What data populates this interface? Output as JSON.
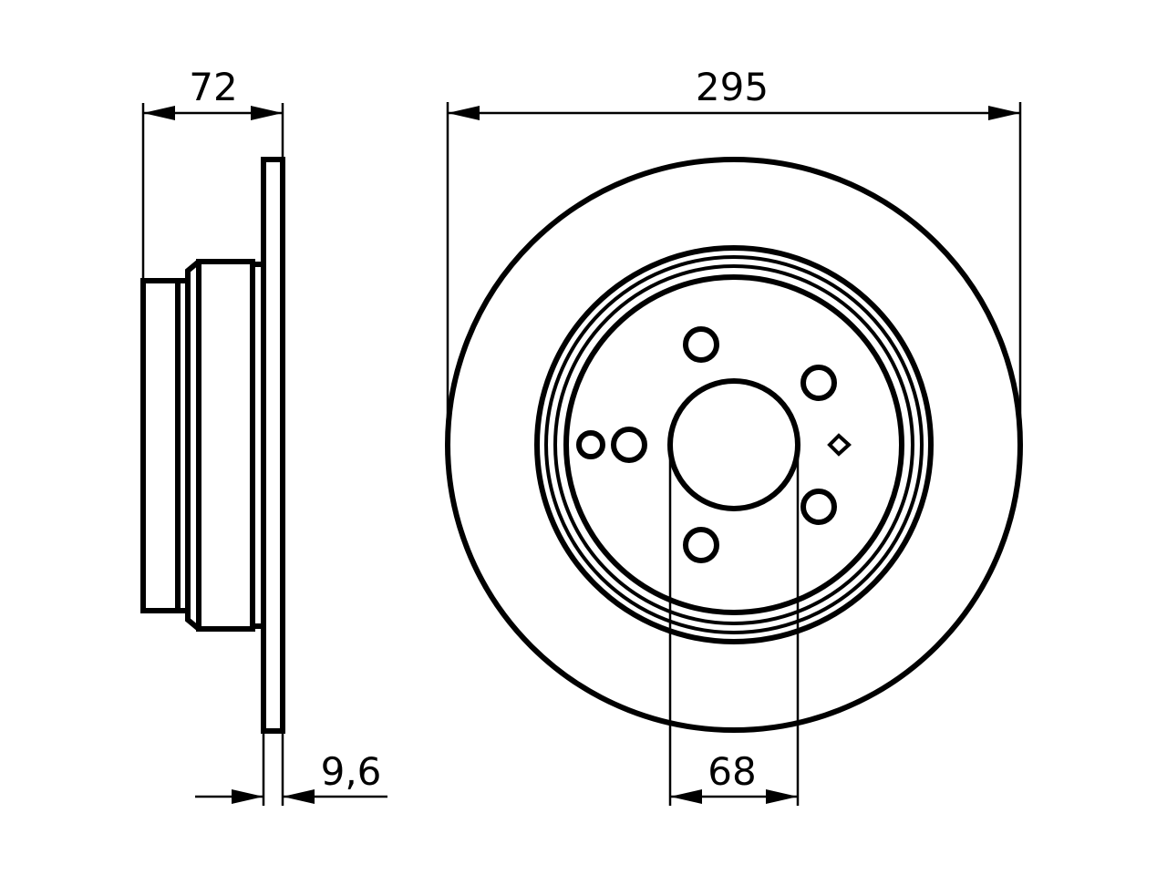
{
  "dimensions": {
    "hub_height": "72",
    "disc_diameter": "295",
    "disc_thickness": "9,6",
    "center_bore": "68"
  },
  "colors": {
    "line": "#000000",
    "background": "#ffffff"
  }
}
